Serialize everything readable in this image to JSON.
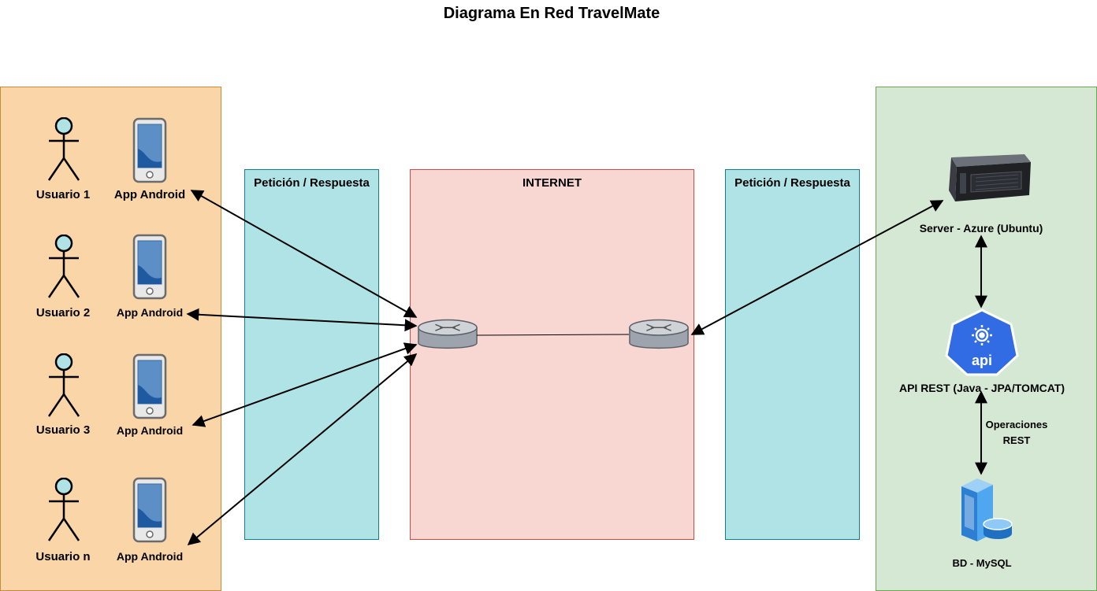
{
  "title": "Diagrama En Red TravelMate",
  "zones": {
    "request_left": "Petición / Respuesta",
    "internet": "INTERNET",
    "request_right": "Petición / Respuesta"
  },
  "users": [
    {
      "user": "Usuario 1",
      "app": "App Android"
    },
    {
      "user": "Usuario 2",
      "app": "App Android"
    },
    {
      "user": "Usuario 3",
      "app": "App Android"
    },
    {
      "user": "Usuario n",
      "app": "App Android"
    }
  ],
  "server": {
    "server_label": "Server - Azure (Ubuntu)",
    "api_label": "API REST (Java - JPA/TOMCAT)",
    "api_icon_text": "api",
    "ops_line1": "Operaciones",
    "ops_line2": "REST",
    "db_label": "BD - MySQL"
  },
  "icons": [
    "stick-figure-icon",
    "smartphone-icon",
    "router-icon",
    "rack-server-icon",
    "api-hexagon-icon",
    "database-server-icon"
  ],
  "colors": {
    "users_zone": "#f9d5a8",
    "server_zone": "#d5e8d4",
    "request_zone": "#b0e3e6",
    "internet_zone": "#f8d7d2",
    "api_blue": "#326ce5"
  }
}
